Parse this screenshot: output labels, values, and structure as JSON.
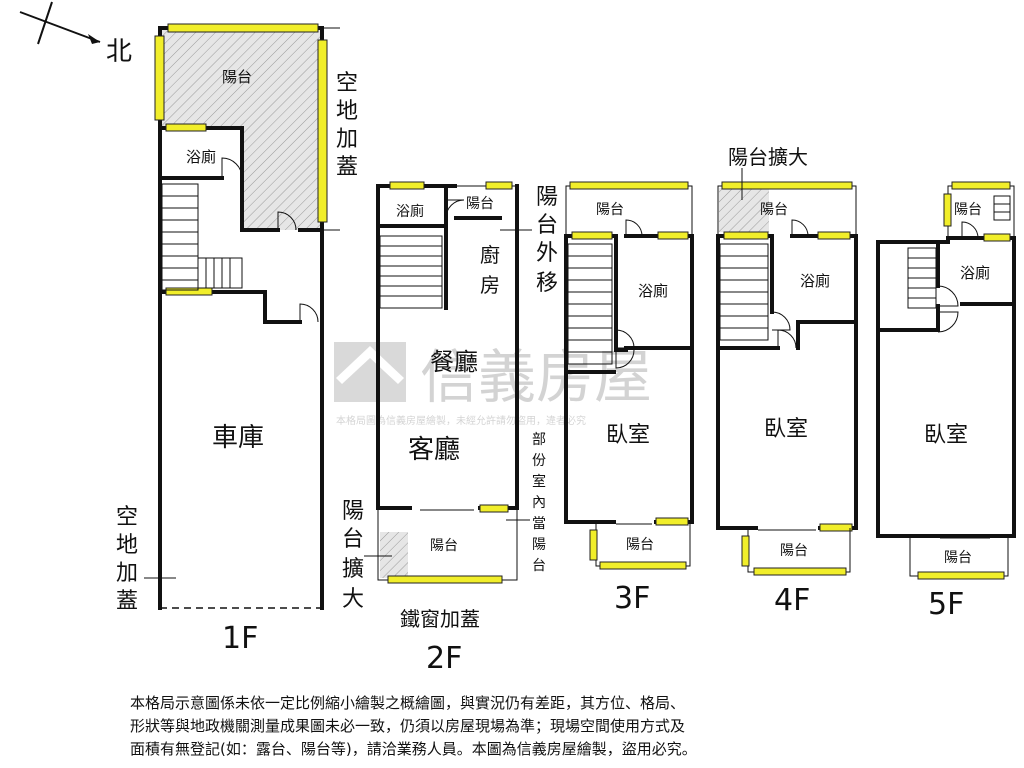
{
  "compass": {
    "north": "北"
  },
  "watermark": {
    "brand": "信義房屋",
    "notice": "本格局圖為信義房屋繪製，未經允許請勿盜用，違者必究"
  },
  "floors": {
    "f1": {
      "name": "1F",
      "balcony": "陽台",
      "bath": "浴廁",
      "garage": "車庫",
      "ext_top": [
        "空",
        "地",
        "加",
        "蓋"
      ],
      "ext_bottom": [
        "空",
        "地",
        "加",
        "蓋"
      ]
    },
    "f2": {
      "name": "2F",
      "bath": "浴廁",
      "balcony_top": "陽台",
      "kitchen": [
        "廚",
        "房"
      ],
      "dining": "餐廳",
      "living": "客廳",
      "balcony_bottom": "陽台",
      "note_moved": [
        "陽",
        "台",
        "外",
        "移"
      ],
      "note_partial": [
        "部",
        "份",
        "室",
        "內",
        "當",
        "陽",
        "台"
      ],
      "note_enlarge": [
        "陽",
        "台",
        "擴",
        "大"
      ],
      "note_window": "鐵窗加蓋"
    },
    "f3": {
      "name": "3F",
      "balcony_top": "陽台",
      "bath": "浴廁",
      "bedroom": "臥室",
      "balcony_bottom": "陽台"
    },
    "f4": {
      "name": "4F",
      "note_enlarge": "陽台擴大",
      "balcony_top": "陽台",
      "bath": "浴廁",
      "bedroom": "臥室",
      "balcony_bottom": "陽台"
    },
    "f5": {
      "name": "5F",
      "balcony_top": "陽台",
      "bath": "浴廁",
      "bedroom": "臥室",
      "balcony_bottom": "陽台"
    }
  },
  "disclaimer": [
    "本格局示意圖係未依一定比例縮小繪製之概繪圖，與實況仍有差距，其方位、格局、",
    "形狀等與地政機關測量成果圖未必一致，仍須以房屋現場為準；現場空間使用方式及",
    "面積有無登記(如：露台、陽台等)，請洽業務人員。本圖為信義房屋繪製，盜用必究。"
  ]
}
